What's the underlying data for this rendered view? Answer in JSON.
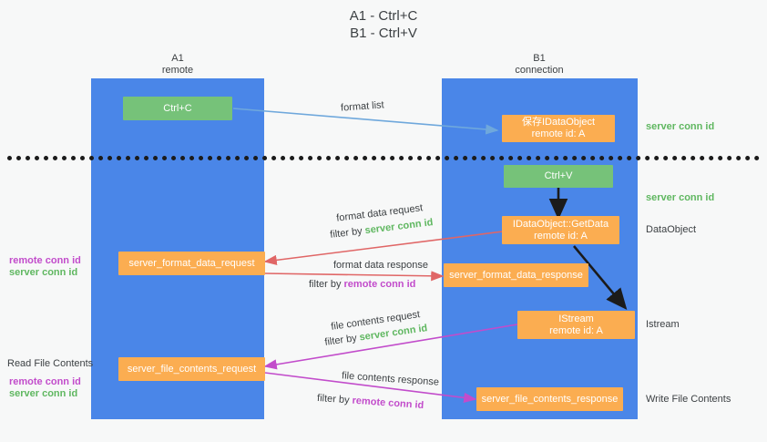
{
  "title": {
    "line1": "A1 - Ctrl+C",
    "line2": "B1 - Ctrl+V"
  },
  "columns": [
    {
      "id": "a1",
      "name": "A1",
      "role": "remote"
    },
    {
      "id": "b1",
      "name": "B1",
      "role": "connection"
    }
  ],
  "boxes": {
    "ctrl_c": "Ctrl+C",
    "ctrl_v": "Ctrl+V",
    "save_idataobject_line1": "保存IDataObject",
    "save_idataobject_line2": "remote id: A",
    "getdata_line1": "IDataObject::GetData",
    "getdata_line2": "remote id: A",
    "istream_line1": "IStream",
    "istream_line2": "remote id: A",
    "server_format_data_request": "server_format_data_request",
    "server_format_data_response": "server_format_data_response",
    "server_file_contents_request": "server_file_contents_request",
    "server_file_contents_response": "server_file_contents_response"
  },
  "right_labels": {
    "server_conn_id_top": "server conn id",
    "server_conn_id_paste": "server conn id",
    "dataobject": "DataObject",
    "istream": "Istream",
    "write_file_contents": "Write File Contents"
  },
  "left_labels": {
    "remote_conn_id_1": "remote conn id",
    "server_conn_id_1": "server conn id",
    "read_file_contents": "Read File Contents",
    "remote_conn_id_2": "remote conn id",
    "server_conn_id_2": "server conn id"
  },
  "edges": {
    "format_list": "format list",
    "format_data_request": "format data request",
    "format_data_request_filter_prefix": "filter by ",
    "format_data_request_filter_key": "server conn id",
    "format_data_response": "format data response",
    "format_data_response_filter_prefix": "filter by ",
    "format_data_response_filter_key": "remote conn id",
    "file_contents_request": "file contents request",
    "file_contents_request_filter_prefix": "filter by ",
    "file_contents_request_filter_key": "server conn id",
    "file_contents_response": "file contents response",
    "file_contents_response_filter_prefix": "filter by ",
    "file_contents_response_filter_key": "remote conn id"
  },
  "colors": {
    "column_blue": "#4a86e8",
    "box_green": "#76c279",
    "box_orange": "#fbad51",
    "conn_green": "#5fb760",
    "conn_purple": "#c24ccb",
    "arrow_lightblue": "#6fa8dc",
    "arrow_red": "#e06666",
    "arrow_magenta": "#c24ccb",
    "arrow_black": "#1b1b1b",
    "background": "#f7f8f8"
  }
}
